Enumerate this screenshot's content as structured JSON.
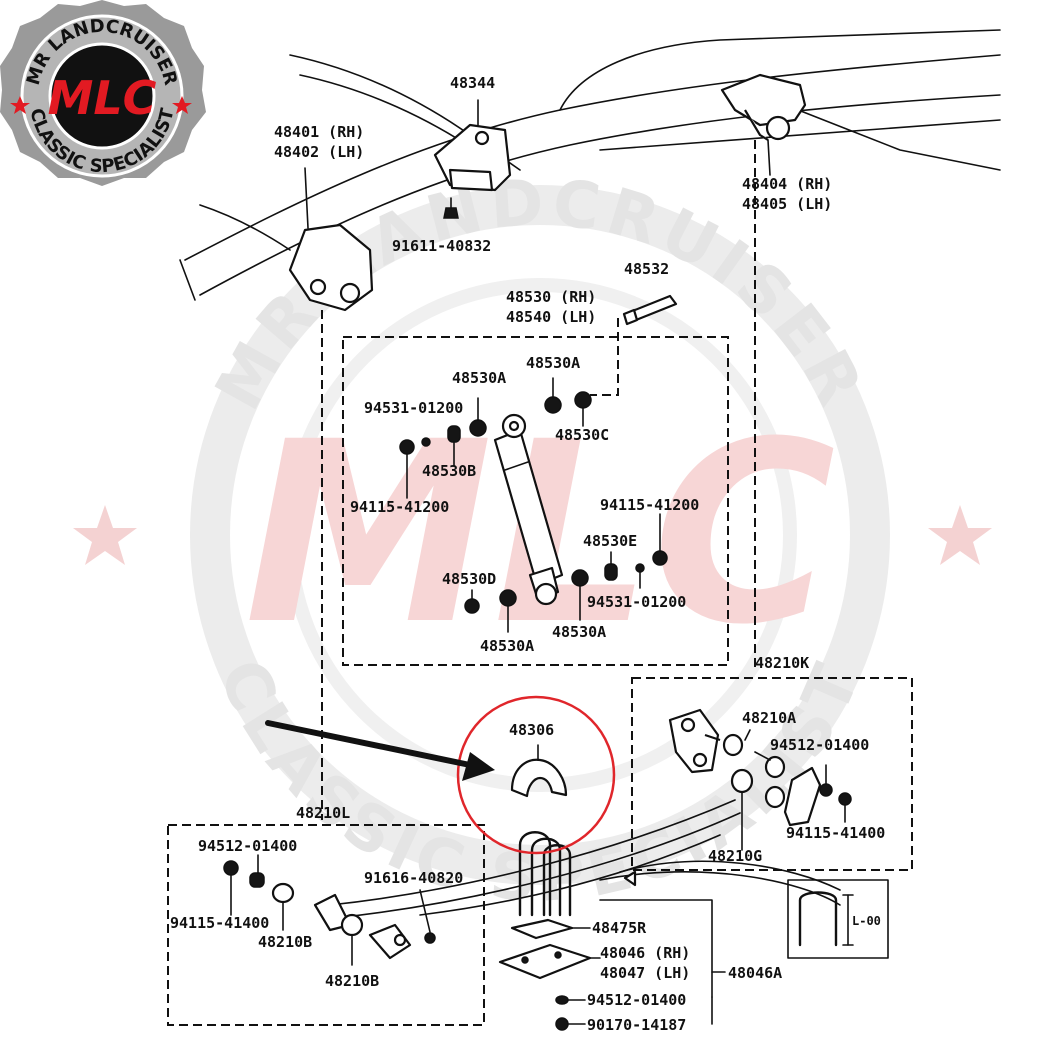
{
  "watermark": {
    "top_text": "MR LANDCRUISER",
    "bottom_text": "CLASSIC SPECIALIST",
    "logo": "MLC"
  },
  "badge": {
    "top_text": "MR LANDCRUISER",
    "logo": "MLC",
    "bottom_text": "CLASSIC SPECIALIST",
    "accent_color": "#e21a22"
  },
  "parts": {
    "p48344": "48344",
    "p48401": "48401 (RH)",
    "p48402": "48402 (LH)",
    "p48404": "48404 (RH)",
    "p48405": "48405 (LH)",
    "p91611": "91611-40832",
    "p48532": "48532",
    "p48530": "48530 (RH)",
    "p48540": "48540 (LH)",
    "p48530A_1": "48530A",
    "p48530A_2": "48530A",
    "p94531_1": "94531-01200",
    "p48530C": "48530C",
    "p48530B": "48530B",
    "p94115_1": "94115-41200",
    "p94115_2": "94115-41200",
    "p48530E": "48530E",
    "p48530D": "48530D",
    "p94531_2": "94531-01200",
    "p48530A_3": "48530A",
    "p48530A_4": "48530A",
    "p48210K": "48210K",
    "p48210A": "48210A",
    "p94512_1": "94512-01400",
    "p94115_3": "94115-41400",
    "p48210G": "48210G",
    "p48306": "48306",
    "p48210L": "48210L",
    "p94512_2": "94512-01400",
    "p91616": "91616-40820",
    "p94115_4": "94115-41400",
    "p48210B_1": "48210B",
    "p48210B_2": "48210B",
    "p48475R": "48475R",
    "p48046": "48046 (RH)",
    "p48047": "48047 (LH)",
    "p48046A": "48046A",
    "p94512_3": "94512-01400",
    "p90170": "90170-14187",
    "pL00": "L-00"
  },
  "highlight": {
    "color": "#e0262b",
    "target_part": "48306"
  }
}
